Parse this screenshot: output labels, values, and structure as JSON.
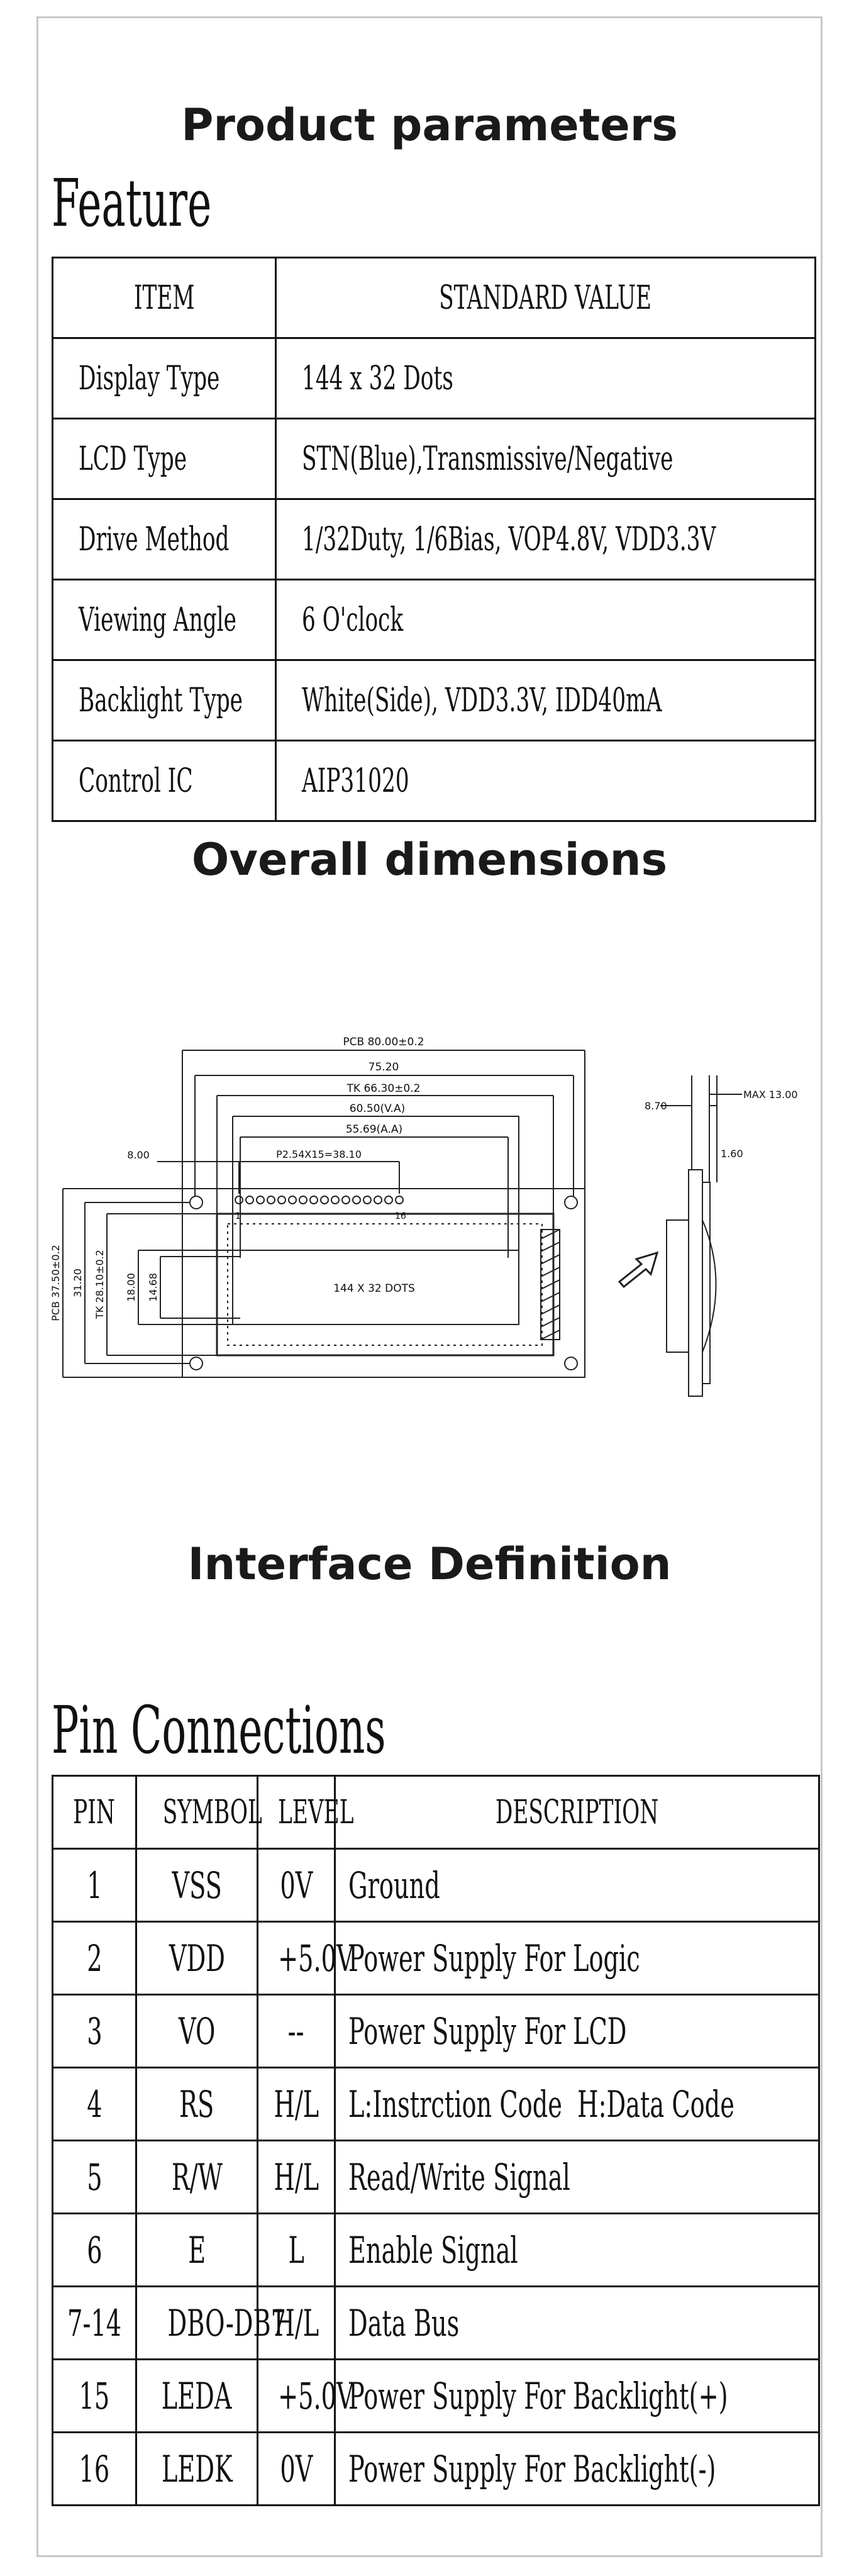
{
  "headings": {
    "product_parameters": "Product parameters",
    "feature": "Feature",
    "overall_dimensions": "Overall dimensions",
    "interface_definition": "Interface Definition",
    "pin_connections": "Pin Connections"
  },
  "feature_table": {
    "headers": [
      "ITEM",
      "STANDARD VALUE"
    ],
    "rows": [
      {
        "item": "Display Type",
        "value": "144 x 32 Dots"
      },
      {
        "item": "LCD Type",
        "value": "STN(Blue),Transmissive/Negative"
      },
      {
        "item": "Drive Method",
        "value": "1/32Duty, 1/6Bias, VOP4.8V, VDD3.3V"
      },
      {
        "item": "Viewing Angle",
        "value": "6 O'clock"
      },
      {
        "item": "Backlight Type",
        "value": "White(Side), VDD3.3V, IDD40mA"
      },
      {
        "item": "Control IC",
        "value": "AIP31020"
      }
    ]
  },
  "drawing": {
    "pcb_width": "PCB 80.00±0.2",
    "dim_75": "75.20",
    "tk_width": "TK 66.30±0.2",
    "va_width": "60.50(V.A)",
    "aa_width": "55.69(A.A)",
    "pitch": "P2.54X15=38.10",
    "left_offset": "8.00",
    "pin1": "1",
    "pin16": "16",
    "pcb_height": "PCB 37.50±0.2",
    "dim_31": "31.20",
    "tk_height": "TK 28.10±0.2",
    "va_height": "18.00",
    "aa_height": "14.68",
    "screen_label": "144 X 32 DOTS",
    "side_870": "8.70",
    "side_max": "MAX 13.00",
    "side_160": "1.60"
  },
  "pin_table": {
    "headers": [
      "PIN",
      "SYMBOL",
      "LEVEL",
      "DESCRIPTION"
    ],
    "rows": [
      {
        "pin": "1",
        "symbol": "VSS",
        "level": "0V",
        "desc": "Ground"
      },
      {
        "pin": "2",
        "symbol": "VDD",
        "level": "+5.0V",
        "desc": "Power Supply For Logic"
      },
      {
        "pin": "3",
        "symbol": "VO",
        "level": "--",
        "desc": "Power Supply For LCD"
      },
      {
        "pin": "4",
        "symbol": "RS",
        "level": "H/L",
        "desc": "L:Instrction Code  H:Data Code"
      },
      {
        "pin": "5",
        "symbol": "R/W",
        "level": "H/L",
        "desc": "Read/Write Signal"
      },
      {
        "pin": "6",
        "symbol": "E",
        "level": "L",
        "desc": "Enable Signal"
      },
      {
        "pin": "7-14",
        "symbol": "DBO-DB7",
        "level": "H/L",
        "desc": "Data Bus"
      },
      {
        "pin": "15",
        "symbol": "LEDA",
        "level": "+5.0V",
        "desc": "Power Supply For Backlight(+)"
      },
      {
        "pin": "16",
        "symbol": "LEDK",
        "level": "0V",
        "desc": "Power Supply For Backlight(-)"
      }
    ]
  }
}
